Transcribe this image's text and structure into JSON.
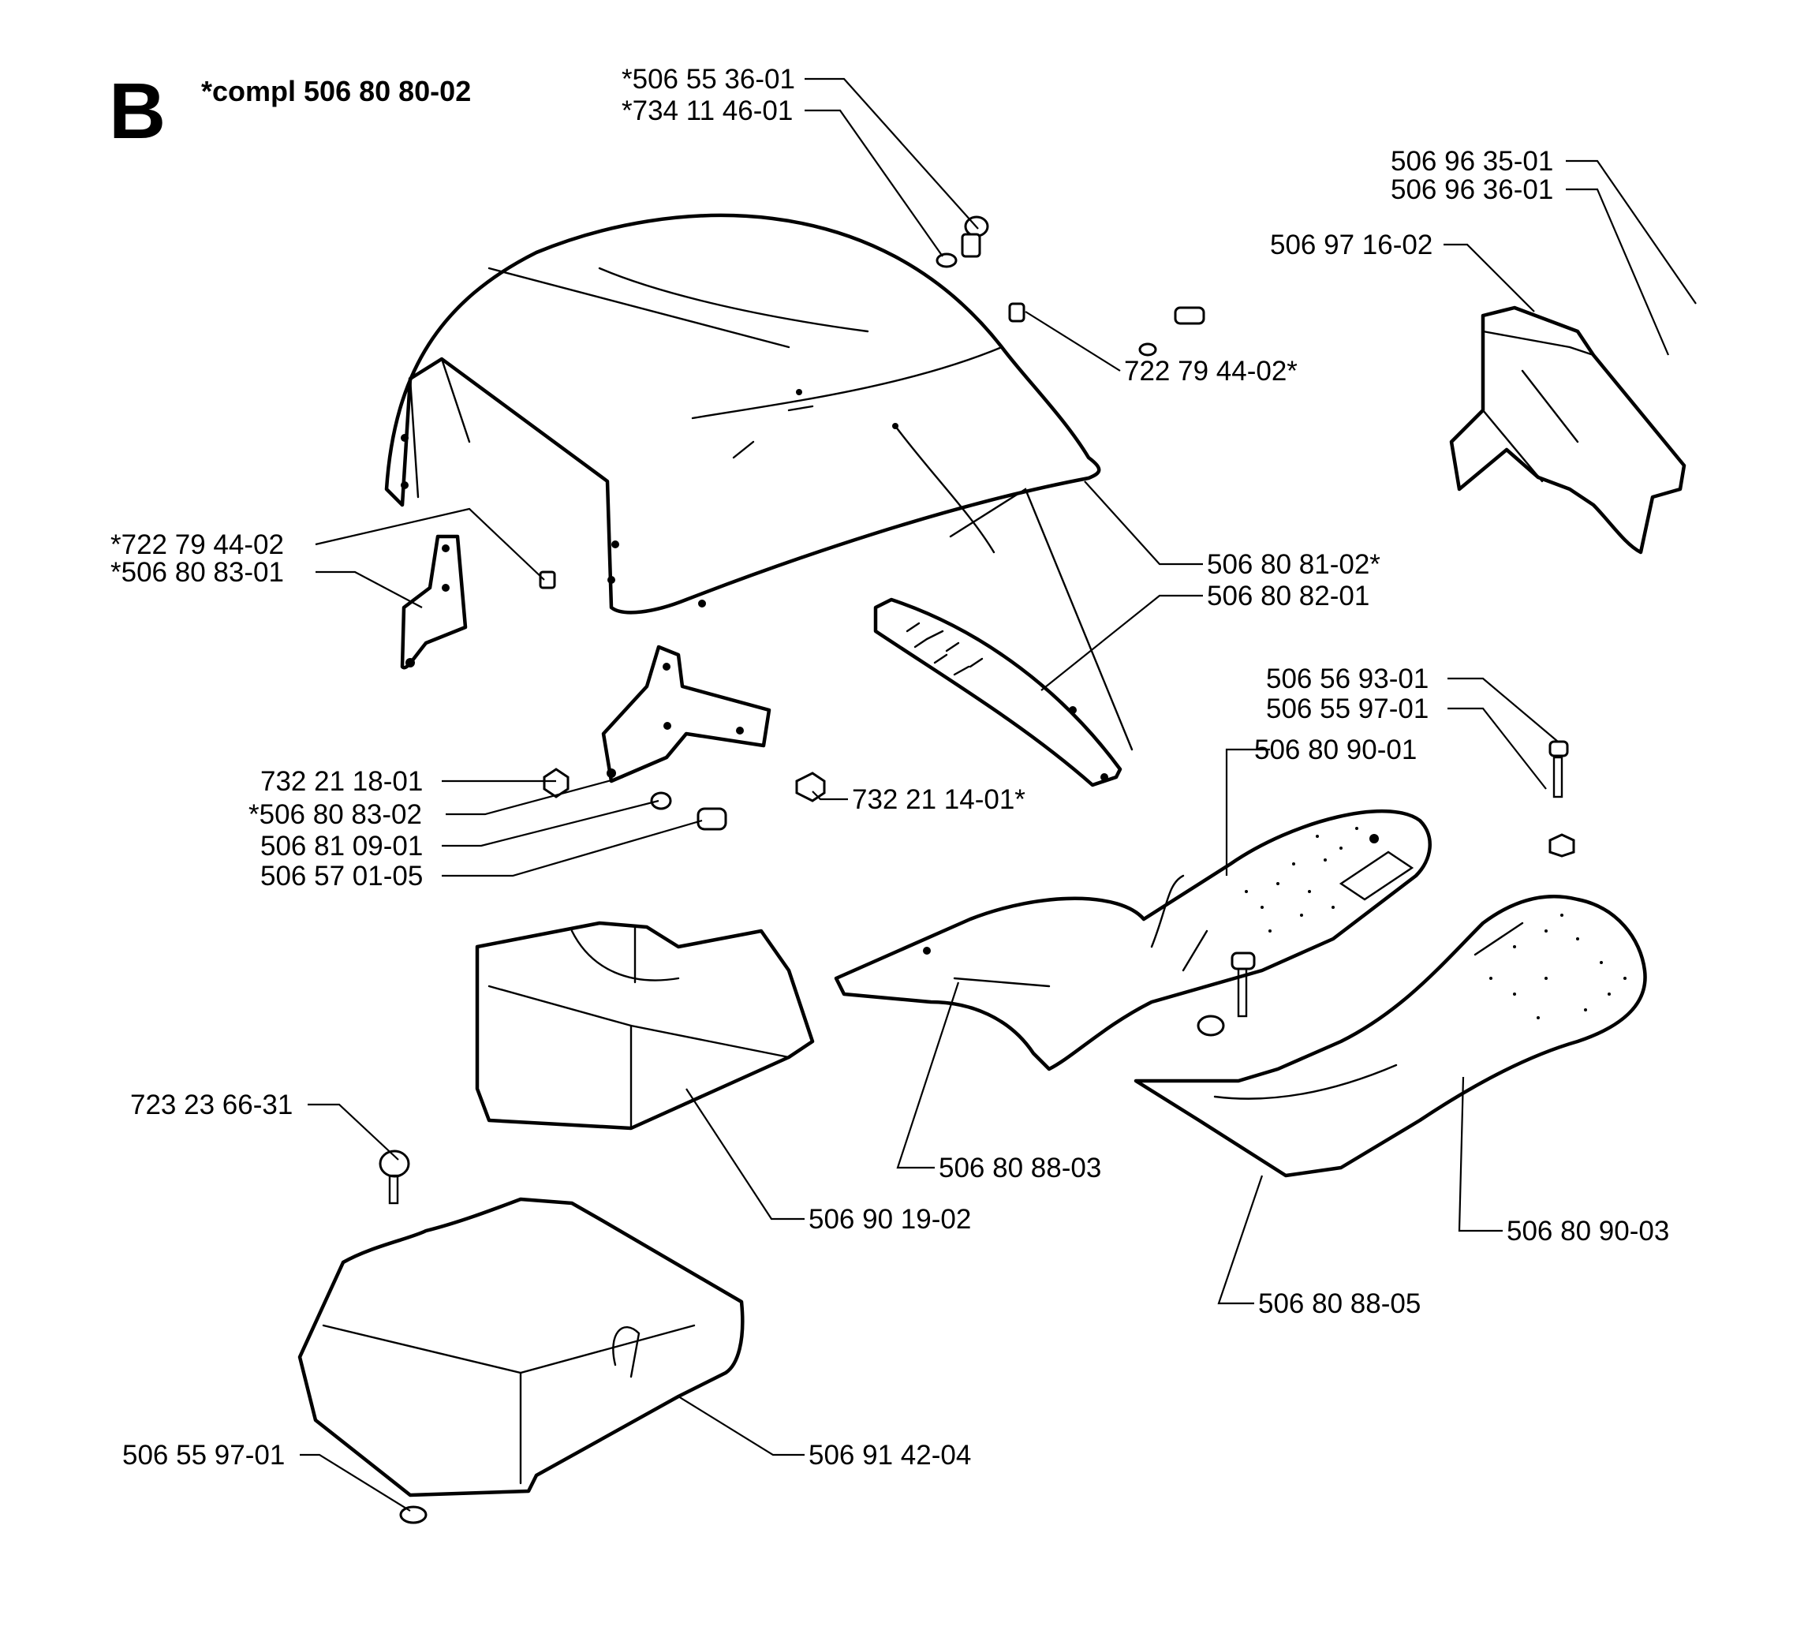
{
  "diagram": {
    "section_letter": "B",
    "assembly_label": "*compl 506 80 80-02",
    "part_labels": [
      {
        "id": "p01",
        "text": "*506 55 36-01"
      },
      {
        "id": "p02",
        "text": "*734 11 46-01"
      },
      {
        "id": "p03",
        "text": "506 96 35-01"
      },
      {
        "id": "p04",
        "text": "506 96 36-01"
      },
      {
        "id": "p05",
        "text": "506 97 16-02"
      },
      {
        "id": "p06",
        "text": "722 79 44-02*"
      },
      {
        "id": "p07",
        "text": "*722 79 44-02"
      },
      {
        "id": "p08",
        "text": "*506 80 83-01"
      },
      {
        "id": "p09",
        "text": "506 80 81-02*"
      },
      {
        "id": "p10",
        "text": "506 80 82-01"
      },
      {
        "id": "p11",
        "text": "506 56 93-01"
      },
      {
        "id": "p12",
        "text": "506 55 97-01"
      },
      {
        "id": "p13",
        "text": "506 80 90-01"
      },
      {
        "id": "p14",
        "text": "732 21 18-01"
      },
      {
        "id": "p15",
        "text": "*506 80 83-02"
      },
      {
        "id": "p16",
        "text": "506 81 09-01"
      },
      {
        "id": "p17",
        "text": "506 57 01-05"
      },
      {
        "id": "p18",
        "text": "732 21 14-01*"
      },
      {
        "id": "p19",
        "text": "723 23 66-31"
      },
      {
        "id": "p20",
        "text": "506 80 88-03"
      },
      {
        "id": "p21",
        "text": "506 90 19-02"
      },
      {
        "id": "p22",
        "text": "506 80 90-03"
      },
      {
        "id": "p23",
        "text": "506 80 88-05"
      },
      {
        "id": "p24",
        "text": "506 55 97-01"
      },
      {
        "id": "p25",
        "text": "506 91 42-04"
      }
    ]
  }
}
